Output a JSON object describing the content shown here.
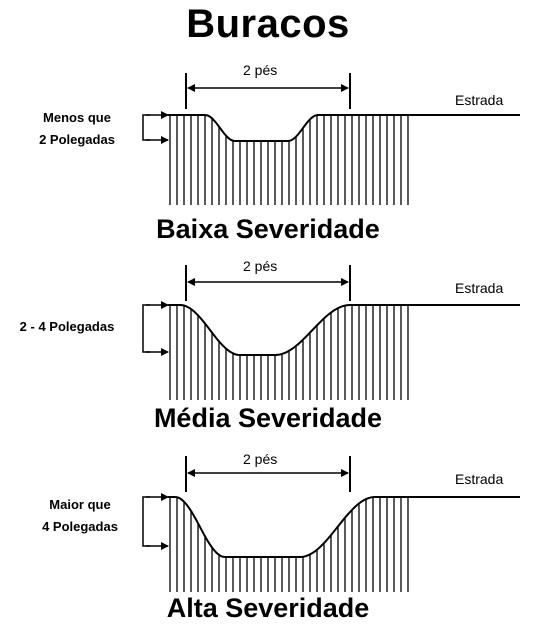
{
  "title": "Buracos",
  "panels": [
    {
      "width_label": "2 pés",
      "road_label": "Estrada",
      "depth_label_line1": "Menos que",
      "depth_label_line2": "2 Polegadas",
      "severity": "Baixa Severidade"
    },
    {
      "width_label": "2 pés",
      "road_label": "Estrada",
      "depth_label_line1": "2 - 4 Polegadas",
      "depth_label_line2": "",
      "severity": "Média Severidade"
    },
    {
      "width_label": "2 pés",
      "road_label": "Estrada",
      "depth_label_line1": "Maior que",
      "depth_label_line2": "4 Polegadas",
      "severity": "Alta Severidade"
    }
  ]
}
